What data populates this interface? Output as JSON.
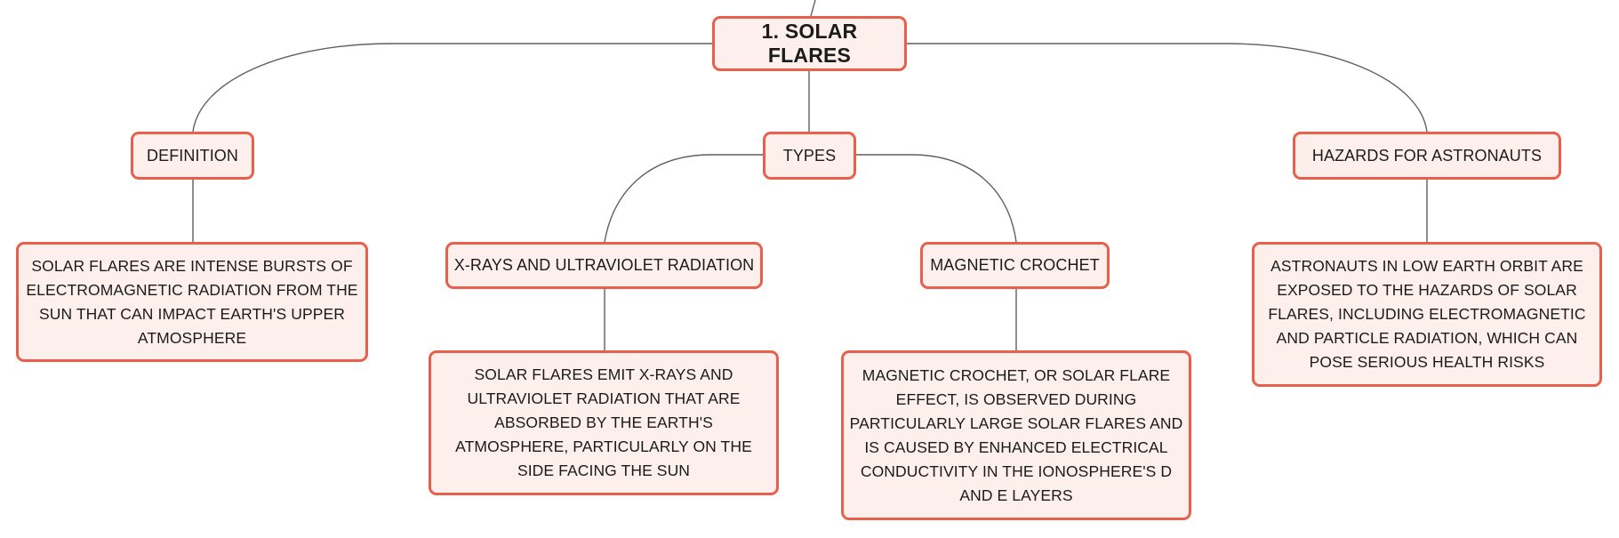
{
  "colors": {
    "node_border": "#e8604c",
    "node_fill": "#fdf0ec",
    "connector": "#5f5f5f",
    "text": "#1b1b1b",
    "background": "#ffffff"
  },
  "root": {
    "label": "1. SOLAR FLARES"
  },
  "branches": {
    "definition": {
      "label": "DEFINITION",
      "detail": "SOLAR FLARES ARE INTENSE BURSTS OF ELECTROMAGNETIC RADIATION FROM THE SUN THAT CAN IMPACT EARTH'S UPPER ATMOSPHERE"
    },
    "types": {
      "label": "TYPES",
      "xrays": {
        "label": "X-RAYS AND ULTRAVIOLET RADIATION",
        "detail": "SOLAR FLARES EMIT X-RAYS AND ULTRAVIOLET RADIATION THAT ARE ABSORBED BY THE EARTH'S ATMOSPHERE, PARTICULARLY ON THE SIDE FACING THE SUN"
      },
      "crochet": {
        "label": "MAGNETIC CROCHET",
        "detail": "MAGNETIC CROCHET, OR SOLAR FLARE EFFECT, IS OBSERVED DURING PARTICULARLY LARGE SOLAR FLARES AND IS CAUSED BY ENHANCED ELECTRICAL CONDUCTIVITY IN THE IONOSPHERE'S D AND E LAYERS"
      }
    },
    "hazards": {
      "label": "HAZARDS FOR ASTRONAUTS",
      "detail": "ASTRONAUTS IN LOW EARTH ORBIT ARE EXPOSED TO THE HAZARDS OF SOLAR FLARES, INCLUDING ELECTROMAGNETIC AND PARTICLE RADIATION, WHICH CAN POSE SERIOUS HEALTH RISKS"
    }
  }
}
